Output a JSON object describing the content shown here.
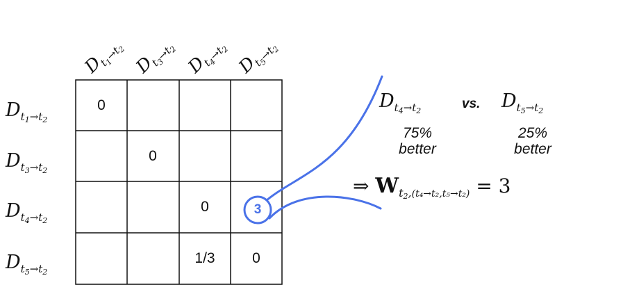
{
  "matrix": {
    "row_labels": [
      {
        "main": "D",
        "sub_a": "t",
        "sub_a_idx": "1",
        "arrow": "→",
        "sub_b": "t",
        "sub_b_idx": "2"
      },
      {
        "main": "D",
        "sub_a": "t",
        "sub_a_idx": "3",
        "arrow": "→",
        "sub_b": "t",
        "sub_b_idx": "2"
      },
      {
        "main": "D",
        "sub_a": "t",
        "sub_a_idx": "4",
        "arrow": "→",
        "sub_b": "t",
        "sub_b_idx": "2"
      },
      {
        "main": "D",
        "sub_a": "t",
        "sub_a_idx": "5",
        "arrow": "→",
        "sub_b": "t",
        "sub_b_idx": "2"
      }
    ],
    "col_labels": [
      {
        "main": "D",
        "sub_a": "t",
        "sub_a_idx": "1",
        "arrow": "→",
        "sub_b": "t",
        "sub_b_idx": "2"
      },
      {
        "main": "D",
        "sub_a": "t",
        "sub_a_idx": "3",
        "arrow": "→",
        "sub_b": "t",
        "sub_b_idx": "2"
      },
      {
        "main": "D",
        "sub_a": "t",
        "sub_a_idx": "4",
        "arrow": "→",
        "sub_b": "t",
        "sub_b_idx": "2"
      },
      {
        "main": "D",
        "sub_a": "t",
        "sub_a_idx": "5",
        "arrow": "→",
        "sub_b": "t",
        "sub_b_idx": "2"
      }
    ],
    "cells": [
      [
        "0",
        "",
        "",
        ""
      ],
      [
        "",
        "0",
        "",
        ""
      ],
      [
        "",
        "",
        "0",
        "3"
      ],
      [
        "",
        "",
        "1/3",
        "0"
      ]
    ],
    "highlight_color": "#4a72e8"
  },
  "comparison": {
    "left": {
      "main": "D",
      "sub_a": "t",
      "sub_a_idx": "4",
      "arrow": "→",
      "sub_b": "t",
      "sub_b_idx": "2"
    },
    "vs": "vs.",
    "right": {
      "main": "D",
      "sub_a": "t",
      "sub_a_idx": "5",
      "arrow": "→",
      "sub_b": "t",
      "sub_b_idx": "2"
    },
    "left_pct": "75%",
    "left_word": "better",
    "right_pct": "25%",
    "right_word": "better"
  },
  "equation": {
    "implies": "⇒",
    "symbol": "W",
    "subscript": "t",
    "subscript_idx": "2",
    "pair": "(t₄→t₂,t₅→t₂)",
    "equals": "= 3"
  }
}
